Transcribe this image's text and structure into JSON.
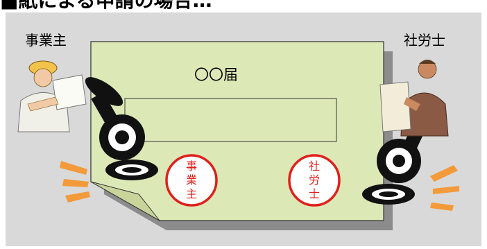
{
  "heading": "■紙による申請の場合…",
  "labels": {
    "employer": "事業主",
    "consultant": "社労士"
  },
  "form": {
    "title": "〇〇届"
  },
  "stamps": {
    "employer": [
      "事",
      "業",
      "主"
    ],
    "consultant": [
      "社",
      "労",
      "士"
    ]
  },
  "colors": {
    "background": "#d9d9d9",
    "paper": "#dde8b7",
    "stamp_red": "#e0201b",
    "burst_orange": "#f39a3a"
  },
  "icons": {
    "employer_figure": "construction-worker-icon",
    "consultant_figure": "businessman-icon",
    "stamp_tool": "rubber-stamp-icon"
  }
}
